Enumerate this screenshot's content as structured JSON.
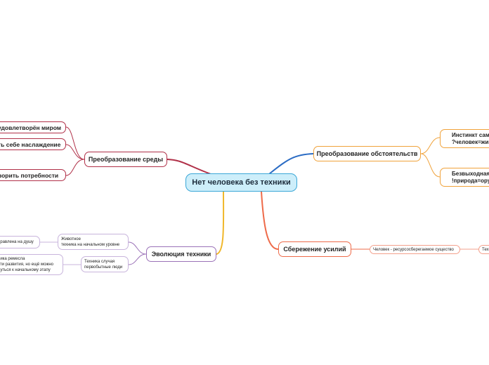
{
  "central": {
    "label": "Нет человека без техники"
  },
  "branches": {
    "environment": {
      "label": "Преобразование среды",
      "color": "#b03048",
      "children": [
        "удовлетворён миром",
        "ть себе наслаждение",
        "ворить потребности"
      ]
    },
    "circumstances": {
      "label": "Преобразование обстоятельств",
      "color": "#f0a23a",
      "children": [
        "Инстинкт самс\n?человек=живо",
        "Безвыходная с\n!природа=ору"
      ]
    },
    "evolution": {
      "label": "Эволюция техники",
      "color": "#9b72b8",
      "children": [
        {
          "label": "Животное\nтехника на начальном уровне",
          "children": [
            "правлена на душу"
          ]
        },
        {
          "label": "Техника случая\nпервобытные люди",
          "children": [
            "ника ремесла\nути развития, но ещё можно\nнуться к начальному этапу"
          ]
        }
      ]
    },
    "saving": {
      "label": "Сбережение усилий",
      "color": "#ee6b4a",
      "children": [
        {
          "label": "Человек - ресурсосберегаемое существо",
          "children": [
            "Техн"
          ]
        }
      ]
    }
  }
}
